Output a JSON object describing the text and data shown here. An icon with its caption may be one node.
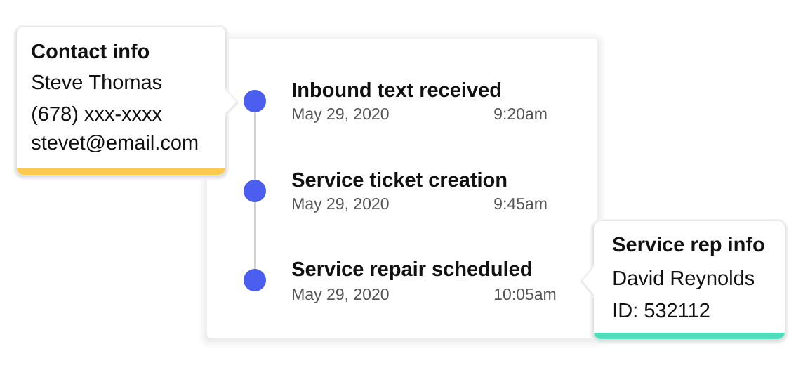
{
  "diagram": {
    "nodes": [
      {
        "text": [
          "Contact info",
          "Steve Thomas",
          "(678) xxx-xxxx",
          "stevet@email.com"
        ]
      },
      {
        "text": [],
        "shape": "box"
      },
      {
        "text": [],
        "shape": "circle",
        "in": 1
      },
      {
        "text": [
          "Inbound text received",
          "May 29, 2020",
          "9:20am"
        ],
        "in": 1
      },
      {
        "text": [],
        "shape": "circle",
        "in": 1
      },
      {
        "text": [
          "Service ticket creation",
          "May 29, 2020",
          "9:45am"
        ],
        "in": 1
      },
      {
        "text": [],
        "shape": "circle",
        "in": 1
      },
      {
        "text": [
          "Service repair scheduled",
          "May 29, 2020",
          "10:05am"
        ],
        "in": 1
      },
      {
        "text": [
          "Service rep info",
          "David Reynolds",
          "ID: 532112"
        ]
      }
    ],
    "edges": [
      {
        "from": 2,
        "to": 4,
        "arrow": "none"
      },
      {
        "from": 4,
        "to": 6,
        "arrow": "none"
      }
    ]
  }
}
